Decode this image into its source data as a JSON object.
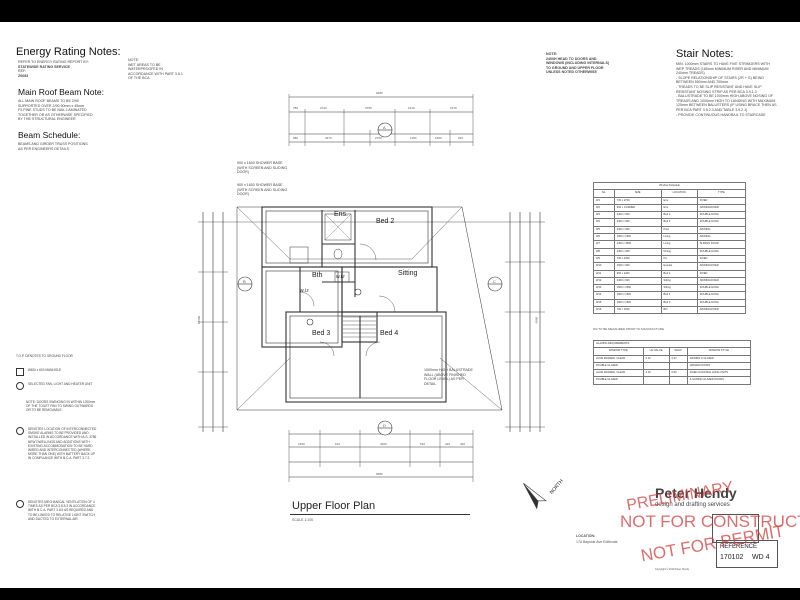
{
  "energy": {
    "title": "Energy Rating Notes:",
    "lines": [
      "REFER TO ENERGY RATING REPORT BY:",
      "STATEWIDE RATING SERVICE",
      "REF:",
      "Z6083"
    ]
  },
  "roofbeam": {
    "title": "Main Roof Beam Note:",
    "lines": [
      "ALL MAIN ROOF BEAMS TO BE 2/90",
      "SUPPORTED OVER 2/90  90mm x 45mm",
      "F5 PINE STUDS TO BE NAIL LAMINATED",
      "TOGETHER OR AS OTHERWISE SPECIFIED",
      "BY THE STRUCTURAL ENGINEER"
    ]
  },
  "beam": {
    "title": "Beam Schedule:",
    "lines": [
      "BEAMS AND GIRDER TRUSS POSITIONS",
      "AS PER ENGINEERS DETAILS"
    ]
  },
  "note_wet": {
    "lines": [
      "NOTE:",
      "WET AREAS TO BE",
      "WATERPROOFED IN",
      "ACCORDANCE WITH PART 3.8.1",
      "OF THE BCA"
    ]
  },
  "note_head": {
    "lines": [
      "NOTE:",
      "2400H HEAD TO DOORS AND",
      "WINDOWS (INCLUDING INTERNALS)",
      "TO GROUND AND UPPER FLOOR",
      "UNLESS NOTED OTHERWISE"
    ]
  },
  "stair": {
    "title": "Stair Notes:",
    "lines": [
      "MIN. 1000mm STAIRS TO HAVE FIVE STRINGERS WITH",
      "WEP TREADS (180mm MINIMUM RISER AND MINIMUM",
      "240mm TREADS)",
      "- SLOPE RELATIONSHIP OF STAIRS (2R + G) BEING",
      "BETWEEN 550mm AND 700mm",
      "- TREADS TO BE SLIP RESISTANT AND HAVE SLIP",
      "RESISTANT NOSING STRIP AS PER BCA 3.9.1.3",
      "- BALUSTRADE TO BE 1000mm HIGH ABOVE NOSING OF",
      "TREADS AND 1000mm HIGH TO LANDING WITH MAXIMUM",
      "125mm BETWEEN BALUSTERS (IF USING BRACE THEN AS",
      "PER BCA PART 3.9.2.3 AND TABLE 3.9.2.1)",
      "- PROVIDE CONTINUOUS HANDRAIL TO STAIRCASE"
    ]
  },
  "legend": [
    {
      "label": "T.O.P.  DENOTES TO GROUND FLOOR"
    },
    {
      "label": "Ø450 x 600 MANHOLE"
    },
    {
      "label": "SELECTED FAN, LIGHT AND HEATER UNIT"
    },
    {
      "label": "NOTE: DOORS SWINGING IN WITHIN 1200mm OF THE TOILET PAN TO SWING OUTWARDS OR TO BE REMOVABLE."
    },
    {
      "label": "DENOTES LOCATION OF INTERCONNECTED SMOKE ALARMS TO BE PROVIDED AND INSTALLED IN ACCORDANCE WITH A.S. 3786 NEW DWELLINGS AND ADDITIONS WITH EXISTING ACCOMMODATION TO BE HARD WIRED AND INTERCONNECTED (WHERE MORE THAN ONE) WITH BATTERY BACK UP IN COMPLIANCE WITH B.C.A. PART 3.7.2."
    },
    {
      "label": "DENOTES MECHANICAL VENTILATION OF 4 TIMES AS PER BCA 3.8.5.3 IN ACCORDANCE WITH B.C.A. PART 3.8.5 AS REQUIRED AND TO BE LINKED TO RELATIVE LIGHT SWITCH AND DUCTED TO EXTERNAL AIR."
    }
  ],
  "rooms": {
    "ens": "Ens.",
    "bed2": "Bed 2",
    "bth": "Bth",
    "wir1": "w.i.r",
    "wir2": "w.i.r",
    "sitting": "Sitting",
    "bed3": "Bed 3",
    "bed4": "Bed 4"
  },
  "plan_notes": [
    "900 x 1600 SHOWER BASE (WITH SCREEN AND SLIDING DOOR)",
    "900 x 1600 SHOWER BASE (WITH SCREEN AND SLIDING DOOR)",
    "1000mm HIGH BALUSTRADE WALL (ABOVE FINISHED FLOOR LEVEL) AS PER DETAIL"
  ],
  "dims": {
    "top_overall": "9280",
    "top_row2": [
      "780",
      "2720",
      "3750",
      "1910",
      "1670"
    ],
    "top_row3": [
      "580",
      "3270",
      "2760",
      "1150",
      "1600",
      "910"
    ],
    "bottom_overall": "9580",
    "bottom_row": [
      "1650",
      "610",
      "4200",
      "510",
      "420",
      "440"
    ],
    "left_overall": "10300",
    "right_overall": "9880"
  },
  "section_markers": [
    "A",
    "B",
    "C",
    "D"
  ],
  "window_schedule": {
    "title": "Window Schedule",
    "headers": [
      "No.",
      "SIZE",
      "LOCATION",
      "TYPE"
    ],
    "rows": [
      [
        "W1",
        "700 x 2700",
        "Ens.",
        "FIXED"
      ],
      [
        "W2",
        "900 x CORNER",
        "Ens.",
        "AWNING/FIXED"
      ],
      [
        "W3",
        "2400 x 900",
        "Bed 2",
        "DOUBLE HUNG"
      ],
      [
        "W4",
        "2400 x 900",
        "Bed 2",
        "DOUBLE HUNG"
      ],
      [
        "W5",
        "2400 x 900",
        "Pwd.",
        "AWNING"
      ],
      [
        "W6",
        "1500 x 1500",
        "Living",
        "AWNING"
      ],
      [
        "W7",
        "2400 x 3500",
        "Living",
        "SLIDING DOOR"
      ],
      [
        "W8",
        "2400 x 900",
        "Dining",
        "DOUBLE HUNG"
      ],
      [
        "W9",
        "700 x 2400",
        "Kit.",
        "FIXED"
      ],
      [
        "W10",
        "1500 x 900",
        "Ensuite",
        "AWNING/FIXED"
      ],
      [
        "W11",
        "900 x 2400",
        "Bed 2",
        "FIXED"
      ],
      [
        "W12",
        "2400 x 900",
        "Sitting",
        "AWNING/FIXED"
      ],
      [
        "W13",
        "1500 x 1500",
        "Sitting",
        "DOUBLE HUNG"
      ],
      [
        "W14",
        "1500 x 1500",
        "Bed 4",
        "DOUBLE HUNG"
      ],
      [
        "W15",
        "1500 x 1500",
        "Bed 3",
        "DOUBLE HUNG"
      ],
      [
        "W16",
        "700 x 1500",
        "Bth",
        "AWNING/FIXED"
      ]
    ],
    "footnote": "W2 TO BE MEASURED PRIOR TO MANUFACTURE"
  },
  "glazing": {
    "title": "GLAZING REQUIREMENTS:",
    "headers": [
      "WINDOW TYPE",
      "Uw VALUE",
      "SHGC",
      "WINDOW STYLE"
    ],
    "rows": [
      [
        "ALUM FRAMED, CLEAR",
        "6.10",
        "0.47",
        "AWNING & GLAZED"
      ],
      [
        "DOUBLE GLAZED",
        "",
        "",
        "HINGED DOORS"
      ],
      [
        "ALUM FRAMED, CLEAR",
        "4.10",
        "0.50",
        "FIXED & DOUBLE HUNG UNITS"
      ],
      [
        "DOUBLE GLAZED",
        "",
        "",
        "& SLIDING GLAZED DOORS"
      ]
    ]
  },
  "plan_title": "Upper Floor Plan",
  "plan_scale": "SCALE 1:100",
  "north": "NORTH",
  "location": {
    "label": "LOCATION:",
    "value": "17A Bayside Ave Edithvale"
  },
  "title_block": {
    "firm": "Peter Hendy",
    "tagline": "design and drafting services",
    "reference_label": "REFERENCE",
    "job": "170102",
    "sheet": "WD 4",
    "copyright": "Copyright © 2016 Peter Hendy"
  },
  "stamps": [
    "PRELIMINARY",
    "NOT FOR CONSTRUCTION",
    "NOT FOR PERMIT"
  ],
  "colors": {
    "stamp": "#d23c3c",
    "line": "#333333",
    "paper": "#ffffff",
    "frame": "#000000"
  }
}
